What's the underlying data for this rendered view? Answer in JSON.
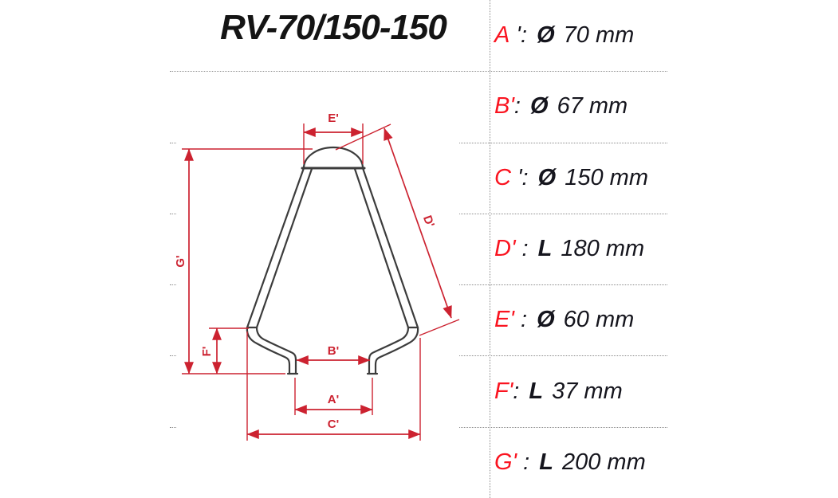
{
  "title": "RV-70/150-150",
  "specs": {
    "rows": [
      {
        "red": "A",
        "sep": " ': ",
        "prefix": "Ø",
        "value": "70 mm"
      },
      {
        "red": "B'",
        "sep": ": ",
        "prefix": "Ø",
        "value": "67 mm"
      },
      {
        "red": "C",
        "sep": " ': ",
        "prefix": "Ø",
        "value": "150 mm"
      },
      {
        "red": "D'",
        "sep": " : ",
        "prefix": "L",
        "value": "180 mm"
      },
      {
        "red": "E'",
        "sep": " : ",
        "prefix": "Ø",
        "value": "60 mm"
      },
      {
        "red": "F'",
        "sep": ": ",
        "prefix": "L",
        "value": "37 mm"
      },
      {
        "red": "G'",
        "sep": " : ",
        "prefix": "L",
        "value": "200 mm"
      }
    ]
  },
  "diagram": {
    "labels": {
      "A": "A'",
      "B": "B'",
      "C": "C'",
      "D": "D'",
      "E": "E'",
      "F": "F'",
      "G": "G'"
    }
  },
  "colors": {
    "spec_red": "#fa1420",
    "dimension_red": "#cc2230",
    "part_outline": "#3c3c3c",
    "grid_dot": "#8c8c8c",
    "text_dark": "#15151d"
  }
}
